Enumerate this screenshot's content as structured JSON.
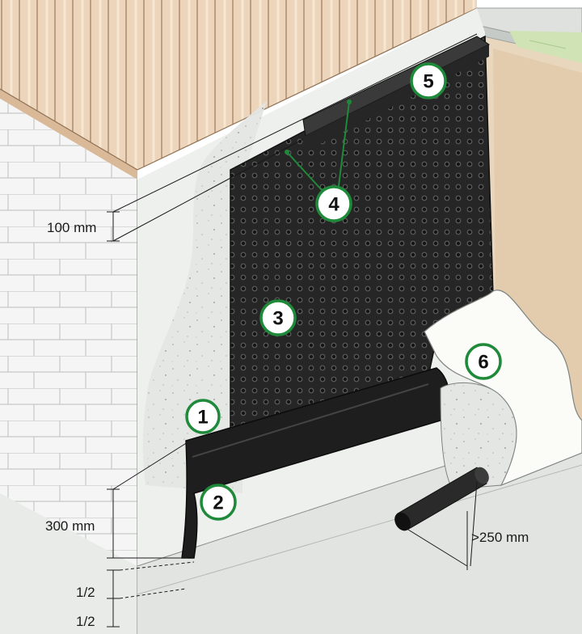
{
  "dimensions": {
    "top_gap": "100 mm",
    "skirting_height": "300 mm",
    "drain_distance": ">250 mm",
    "half_upper": "1/2",
    "half_lower": "1/2"
  },
  "markers": [
    {
      "id": "1"
    },
    {
      "id": "2"
    },
    {
      "id": "3"
    },
    {
      "id": "4"
    },
    {
      "id": "5"
    },
    {
      "id": "6"
    }
  ],
  "colors": {
    "marker_ring": "#1f8a3a",
    "membrane": "#262626",
    "wood_cladding": "#ead2b6",
    "foundation": "#eeeeec",
    "grass": "#cfe3b5",
    "soil": "#e7d5ba"
  }
}
